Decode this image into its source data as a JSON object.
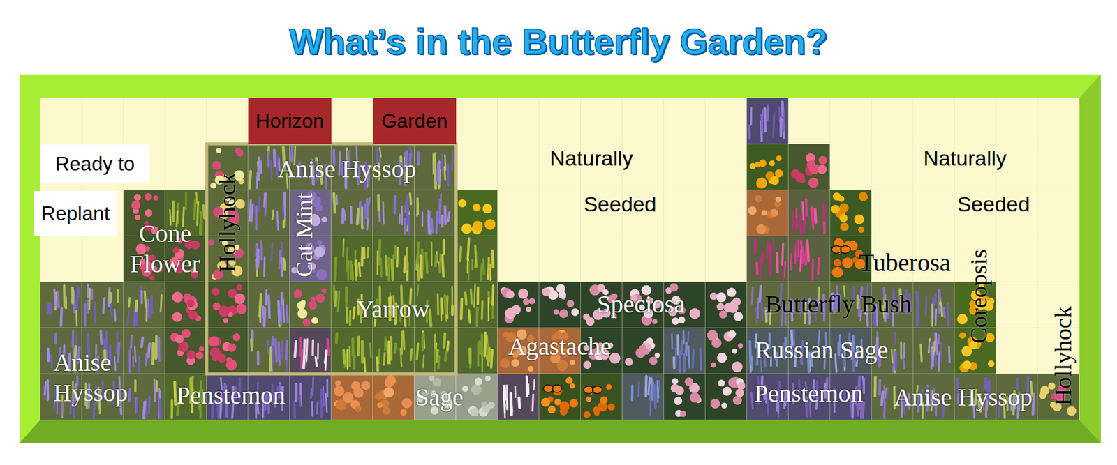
{
  "diagram": {
    "title": "What’s in the Butterfly Garden?",
    "nodes": [
      {
        "text": [
          "Horizon"
        ]
      },
      {
        "text": [
          "Garden"
        ]
      },
      {
        "text": [
          "Ready to"
        ]
      },
      {
        "text": [
          "Replant"
        ]
      }
    ],
    "labels": [
      "Anise Hyssop",
      "Naturally",
      "Naturally",
      "Seeded",
      "Seeded",
      "Hollyhock",
      "Cat Mint",
      "Cone Flower",
      "Tuberosa",
      "Coreopsis",
      "Yarrow",
      "Speciosa",
      "Butterfly Bush",
      "Hollyhock",
      "Agastache",
      "Russian Sage",
      "Anise Hyssop",
      "Penstemon",
      "Sage",
      "Penstemon",
      "Anise Hyssop"
    ]
  }
}
